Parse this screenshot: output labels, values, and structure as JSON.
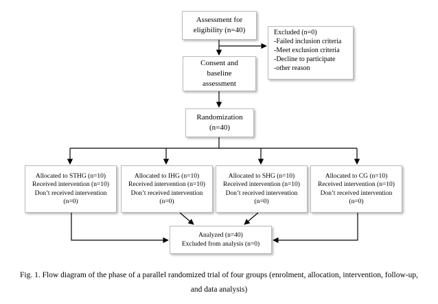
{
  "assessment": {
    "line1": "Assessment for",
    "line2": "eligibility (n=40)"
  },
  "excluded": {
    "title": "Excluded (n=0)",
    "reasons": [
      "-Failed inclusion criteria",
      "-Meet exclusion criteria",
      "-Decline to participate",
      "-other reason"
    ]
  },
  "consent": {
    "line1": "Consent and",
    "line2": "baseline",
    "line3": "assessment"
  },
  "randomization": {
    "line1": "Randomization",
    "line2": "(n=40)"
  },
  "groups": [
    {
      "allocated": "Allocated to STHG (n=10)",
      "received": "Received intervention (n=10)",
      "not_received": "Don’t received intervention",
      "not_received_n": "(n=0)"
    },
    {
      "allocated": "Allocated to IHG (n=10)",
      "received": "Received intervention (n=10)",
      "not_received": "Don’t received intervention",
      "not_received_n": "(n=0)"
    },
    {
      "allocated": "Allocated to SHG (n=10)",
      "received": "Received intervention (n=10)",
      "not_received": "Don’t received intervention",
      "not_received_n": "(n=0)"
    },
    {
      "allocated": "Allocated to CG (n=10)",
      "received": "Received intervention (n=10)",
      "not_received": "Don’t received intervention",
      "not_received_n": "(n=0)"
    }
  ],
  "analyzed": {
    "line1": "Analyzed (n=40)",
    "line2": "Excluded from analysis (n=0)"
  },
  "caption": {
    "line1": "Fig. 1. Flow diagram of the phase of a parallel randomized trial of four groups (enrolment, allocation, intervention, follow-up,",
    "line2": "and data analysis)"
  }
}
